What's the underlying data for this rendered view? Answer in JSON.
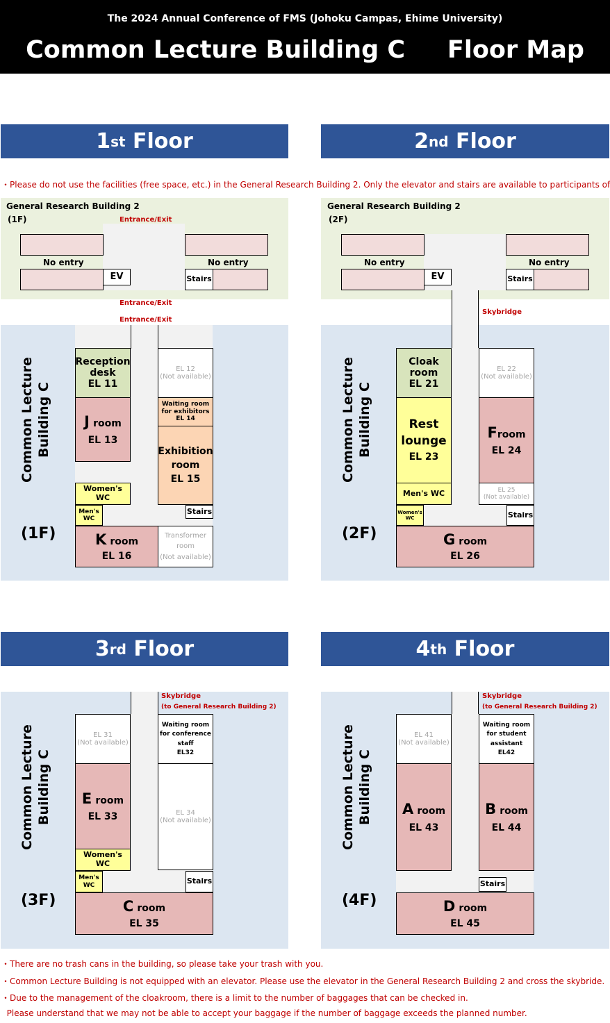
{
  "header": {
    "subtitle": "The 2024 Annual Conference of FMS (Johoku Campas, Ehime University)",
    "title": "Common Lecture Building C     Floor Map"
  },
  "floors": {
    "f1": {
      "num": "1",
      "sup": "st",
      "word": " Floor",
      "label": "(1F)"
    },
    "f2": {
      "num": "2",
      "sup": "nd",
      "word": " Floor",
      "label": "(2F)"
    },
    "f3": {
      "num": "3",
      "sup": "rd",
      "word": " Floor",
      "label": "(3F)"
    },
    "f4": {
      "num": "4",
      "sup": "th",
      "word": " Floor",
      "label": "(4F)"
    }
  },
  "top_note": "・Please do not use the facilities (free space, etc.) in the General Research Building 2. Only the elevator and stairs are available to participants of conferen",
  "grb": {
    "name": "General Research Building 2",
    "f1": "(1F)",
    "f2": "(2F)",
    "no_entry": "No entry",
    "ev": "EV",
    "stairs": "Stairs",
    "entrance": "Entrance/Exit",
    "skybridge": "Skybridge"
  },
  "building": "Common Lecture Building C",
  "common": {
    "stairs": "Stairs",
    "womens_wc": "Women's WC",
    "mens_wc": "Men's WC",
    "mens_wc_short": "Men's",
    "wc": "WC",
    "womens": "Women's",
    "room": "room",
    "not_available": "(Not available)",
    "skybridge": "Skybridge",
    "to_grb": "(to General Research Building 2)"
  },
  "rooms1": {
    "reception": [
      "Reception",
      "desk",
      "EL 11"
    ],
    "el12": "EL 12",
    "j": {
      "letter": "J",
      "code": "EL 13"
    },
    "waiting": [
      "Waiting room",
      "for exhibitors",
      "EL 14"
    ],
    "exhibition": [
      "Exhibition",
      "room",
      "EL 15"
    ],
    "k": {
      "letter": "K",
      "code": "EL 16"
    },
    "transformer": [
      "Transformer",
      "room"
    ]
  },
  "rooms2": {
    "cloak": [
      "Cloak",
      "room",
      "EL 21"
    ],
    "el22": "EL 22",
    "rest": [
      "Rest",
      "lounge",
      "EL 23"
    ],
    "f": {
      "letter": "F",
      "code": "EL 24"
    },
    "el25": "EL 25",
    "g": {
      "letter": "G",
      "code": "EL 26"
    }
  },
  "rooms3": {
    "el31": "EL 31",
    "waiting": [
      "Waiting room",
      "for conference",
      "staff",
      "EL32"
    ],
    "e": {
      "letter": "E",
      "code": "EL 33"
    },
    "el34": "EL 34",
    "c": {
      "letter": "C",
      "code": "EL 35"
    }
  },
  "rooms4": {
    "el41": "EL 41",
    "waiting": [
      "Waiting room",
      "for student",
      "assistant",
      "EL42"
    ],
    "a": {
      "letter": "A",
      "code": "EL 43"
    },
    "b": {
      "letter": "B",
      "code": "EL 44"
    },
    "d": {
      "letter": "D",
      "code": "EL 45"
    }
  },
  "footer": [
    "・There are no trash cans in the building, so please take your trash with you.",
    "・Common Lecture Building is not equipped with an elevator. Please use the elevator in the General Research Building 2 and cross the skybride.",
    "・Due to the management of the cloakroom, there is a limit to the number of baggages that can be checked in.",
    "  Please understand that we may not be able to accept your baggage if the number of baggage exceeds the planned number."
  ],
  "colors": {
    "header": "#000000",
    "floor_bar": "#2f5597",
    "note": "#c00000",
    "building_bg": "#dce6f1",
    "grb_bg": "#ebf1de",
    "room": "#e6b8b7"
  }
}
